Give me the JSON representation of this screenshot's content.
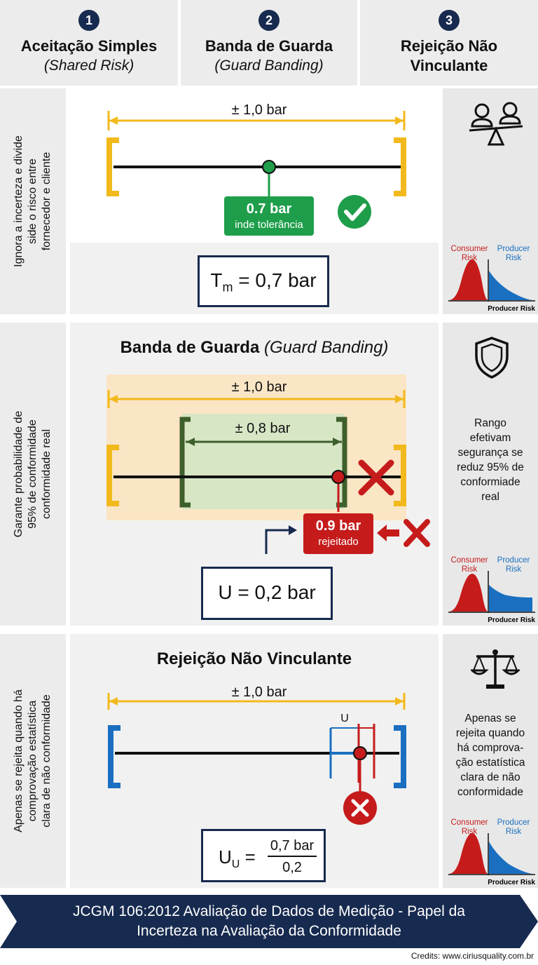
{
  "header": {
    "columns": [
      {
        "number": "1",
        "title": "Aceitação Simples",
        "subtitle": "(Shared Risk)"
      },
      {
        "number": "2",
        "title": "Banda de Guarda",
        "subtitle": "(Guard Banding)"
      },
      {
        "number": "3",
        "title_line1": "Rejeição Não",
        "title_line2": "Vinculante"
      }
    ]
  },
  "section1": {
    "side_line1": "Ignora a incerteza e divide",
    "side_line2": "side o risco entre",
    "side_line3": "fornecedor e cliente",
    "range_label": "± 1,0 bar",
    "value_label": "0.7 bar",
    "value_sub": "inde tolerância",
    "formula_main": "T",
    "formula_sub": "m",
    "formula_rest": " = 0,7 bar",
    "risk": {
      "consumer": "Consumer\nRisk",
      "consumer_l1": "Consumer",
      "consumer_l2": "Risk",
      "producer_l1": "Producer",
      "producer_l2": "Risk",
      "axis": "Producer Risk"
    }
  },
  "section2": {
    "title_bold": "Banda de Guarda",
    "title_italic": "(Guard Banding)",
    "side_line1": "Garante probabilidade de",
    "side_line2": "95% de conformidade",
    "side_line3": "conformidade real",
    "outer_label": "± 1,0 bar",
    "inner_label": "± 0,8 bar",
    "value_label": "0.9 bar",
    "value_sub": "rejeitado",
    "formula": "U = 0,2 bar",
    "right_lines": [
      "Rango",
      "efetivam",
      "segurança se",
      "reduz 95% de",
      "conformiade",
      "real"
    ],
    "risk": {
      "consumer_l1": "Consumer",
      "consumer_l2": "Risk",
      "producer_l1": "Producer",
      "producer_l2": "Risk",
      "axis": "Producer Risk"
    }
  },
  "section3": {
    "title": "Rejeição Não Vinculante",
    "side_line1": "Apenas se rejeita quando há",
    "side_line2": "comprovação estatística",
    "side_line3": "clara de não conformidade",
    "range_label": "± 1,0 bar",
    "u_label": "U",
    "formula_main": "U",
    "formula_sub": "U",
    "formula_eq": " = ",
    "formula_num": "0,7 bar",
    "formula_den": "0,2",
    "right_lines": [
      "Apenas se",
      "rejeita quando",
      "há comprova-",
      "ção estatística",
      "clara de não",
      "conformidade"
    ],
    "risk": {
      "consumer_l1": "Consumer",
      "consumer_l2": "Risk",
      "producer_l1": "Producer",
      "producer_l2": "Risk",
      "axis": "Producer Risk"
    }
  },
  "footer": {
    "line1": "JCGM 106:2012 Avaliação de Dados de Medição - Papel da",
    "line2": "Incerteza na Avaliação da Conformidade"
  },
  "credits": "Credits: www.ciriusquality.com.br",
  "colors": {
    "navy": "#172a4f",
    "gold": "#f2b91c",
    "green": "#1e9e4a",
    "dark_green": "#3e5f2b",
    "red": "#c61b1b",
    "blue": "#1a6fc0"
  }
}
